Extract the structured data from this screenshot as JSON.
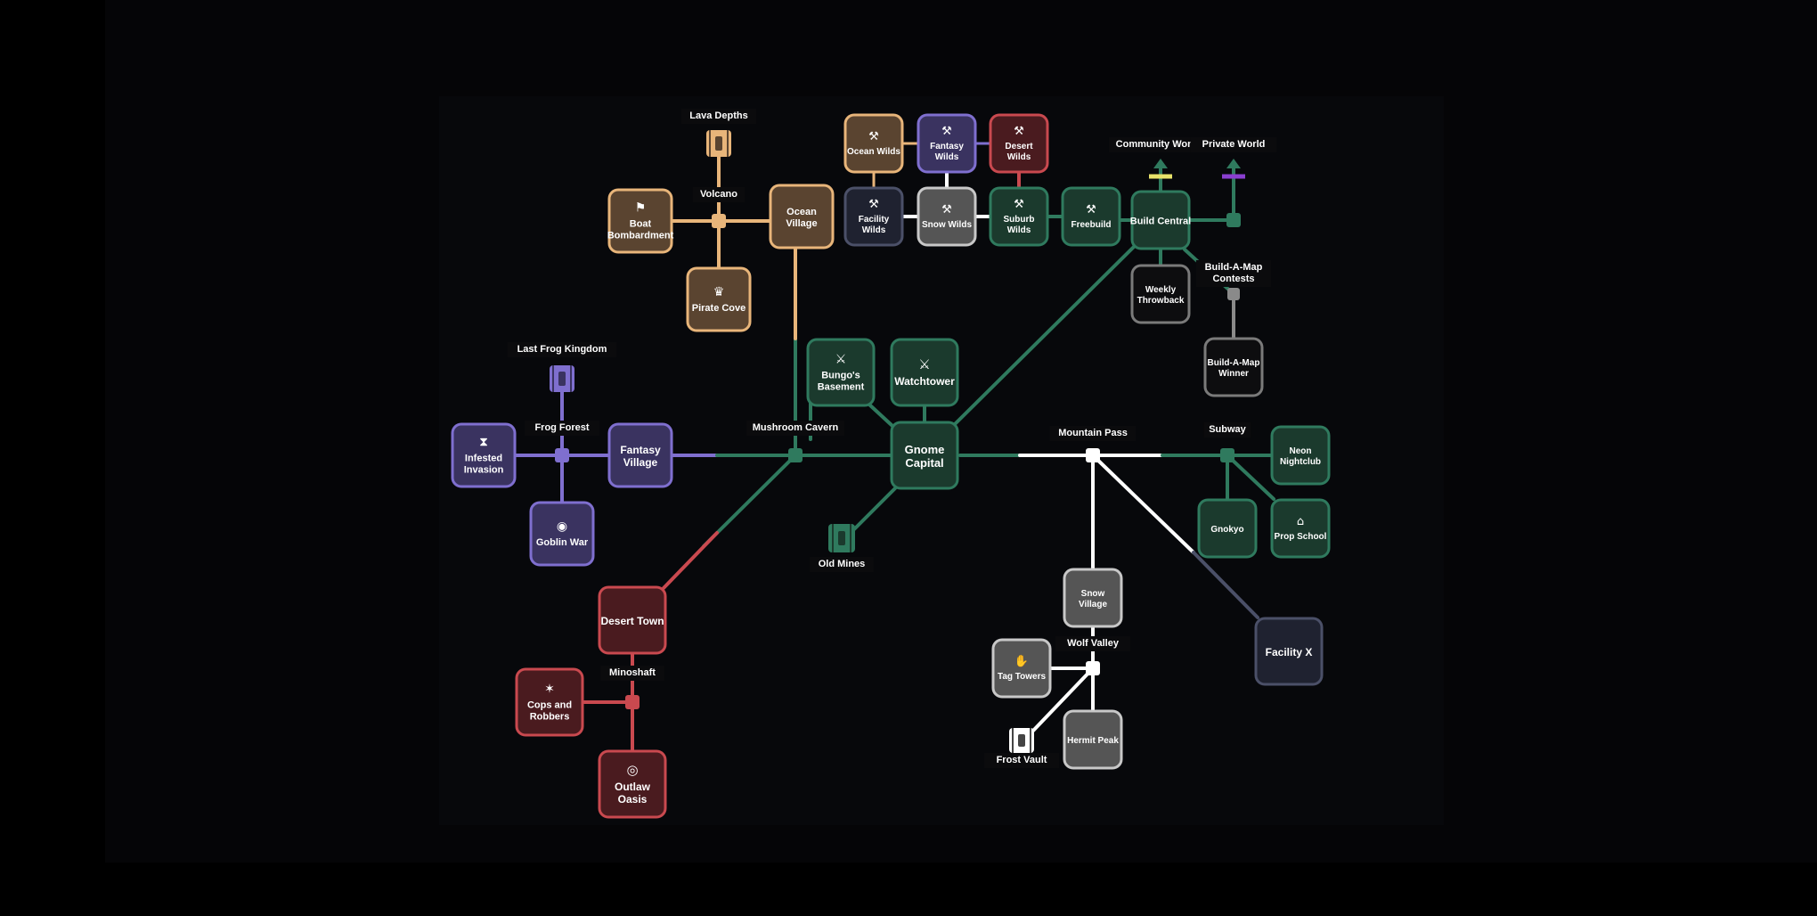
{
  "colors": {
    "background": "#000000",
    "panel": "#050507",
    "green": "#2f7a5e",
    "green_fill": "#1b3a2d",
    "purple": "#7f6fcf",
    "purple_fill": "#3a3360",
    "orange": "#e8b57a",
    "orange_fill": "#5a4430",
    "red": "#c9494f",
    "red_fill": "#4a1b1f",
    "white": "#ffffff",
    "grey": "#8a8a8a",
    "grey_fill": "#555555",
    "slate": "#4b5068",
    "slate_fill": "#1f2230"
  },
  "nodes": [
    {
      "id": "gnome-capital",
      "label": "Gnome Capital",
      "theme": "green",
      "icon": ""
    },
    {
      "id": "bungos-basement",
      "label": "Bungo's Basement",
      "theme": "green",
      "icon": "crossed-swords-icon"
    },
    {
      "id": "watchtower",
      "label": "Watchtower",
      "theme": "green",
      "icon": "crossed-swords-icon"
    },
    {
      "id": "build-central",
      "label": "Build Central",
      "theme": "green",
      "icon": ""
    },
    {
      "id": "freebuild",
      "label": "Freebuild",
      "theme": "green",
      "icon": "hammer-icon"
    },
    {
      "id": "suburb-wilds",
      "label": "Suburb Wilds",
      "theme": "green",
      "icon": "hammer-icon"
    },
    {
      "id": "snow-wilds",
      "label": "Snow Wilds",
      "theme": "grey",
      "icon": "hammer-icon"
    },
    {
      "id": "facility-wilds",
      "label": "Facility Wilds",
      "theme": "slate",
      "icon": "hammer-icon"
    },
    {
      "id": "ocean-wilds",
      "label": "Ocean Wilds",
      "theme": "orange",
      "icon": "hammer-icon"
    },
    {
      "id": "fantasy-wilds",
      "label": "Fantasy Wilds",
      "theme": "purple",
      "icon": "hammer-icon"
    },
    {
      "id": "desert-wilds",
      "label": "Desert Wilds",
      "theme": "red",
      "icon": "hammer-icon"
    },
    {
      "id": "weekly-throwback",
      "label": "Weekly Throwback",
      "theme": "dim",
      "icon": ""
    },
    {
      "id": "build-a-map-winner",
      "label": "Build-A-Map Winner",
      "theme": "dim",
      "icon": ""
    },
    {
      "id": "neon-nightclub",
      "label": "Neon Nightclub",
      "theme": "green",
      "icon": ""
    },
    {
      "id": "gnokyo",
      "label": "Gnokyo",
      "theme": "green",
      "icon": ""
    },
    {
      "id": "prop-school",
      "label": "Prop School",
      "theme": "green",
      "icon": "school-icon"
    },
    {
      "id": "facility-x",
      "label": "Facility X",
      "theme": "slate",
      "icon": ""
    },
    {
      "id": "snow-village",
      "label": "Snow Village",
      "theme": "grey",
      "icon": ""
    },
    {
      "id": "tag-towers",
      "label": "Tag Towers",
      "theme": "grey",
      "icon": "hand-icon"
    },
    {
      "id": "hermit-peak",
      "label": "Hermit Peak",
      "theme": "grey",
      "icon": ""
    },
    {
      "id": "ocean-village",
      "label": "Ocean Village",
      "theme": "orange",
      "icon": ""
    },
    {
      "id": "boat-bombardment",
      "label": "Boat Bombardment",
      "theme": "orange",
      "icon": "flag-icon"
    },
    {
      "id": "pirate-cove",
      "label": "Pirate Cove",
      "theme": "orange",
      "icon": "crown-icon"
    },
    {
      "id": "infested-invasion",
      "label": "Infested Invasion",
      "theme": "purple",
      "icon": "hourglass-icon"
    },
    {
      "id": "fantasy-village",
      "label": "Fantasy Village",
      "theme": "purple",
      "icon": ""
    },
    {
      "id": "goblin-war",
      "label": "Goblin War",
      "theme": "purple",
      "icon": "eye-icon"
    },
    {
      "id": "desert-town",
      "label": "Desert Town",
      "theme": "red",
      "icon": ""
    },
    {
      "id": "cops-and-robbers",
      "label": "Cops and Robbers",
      "theme": "red",
      "icon": "star-icon"
    },
    {
      "id": "outlaw-oasis",
      "label": "Outlaw Oasis",
      "theme": "red",
      "icon": "target-icon"
    }
  ],
  "junctions": [
    {
      "id": "lava-depths",
      "label": "Lava Depths"
    },
    {
      "id": "volcano",
      "label": "Volcano"
    },
    {
      "id": "mushroom-cavern",
      "label": "Mushroom Cavern"
    },
    {
      "id": "mountain-pass",
      "label": "Mountain Pass"
    },
    {
      "id": "subway",
      "label": "Subway"
    },
    {
      "id": "frog-forest",
      "label": "Frog Forest"
    },
    {
      "id": "last-frog-kingdom",
      "label": "Last Frog Kingdom"
    },
    {
      "id": "old-mines",
      "label": "Old Mines"
    },
    {
      "id": "minoshaft",
      "label": "Minoshaft"
    },
    {
      "id": "wolf-valley",
      "label": "Wolf Valley"
    },
    {
      "id": "frost-vault",
      "label": "Frost Vault"
    },
    {
      "id": "community-worlds",
      "label": "Community Worlds"
    },
    {
      "id": "private-world",
      "label": "Private World"
    },
    {
      "id": "build-a-map-contests",
      "label": "Build-A-Map Contests"
    }
  ]
}
